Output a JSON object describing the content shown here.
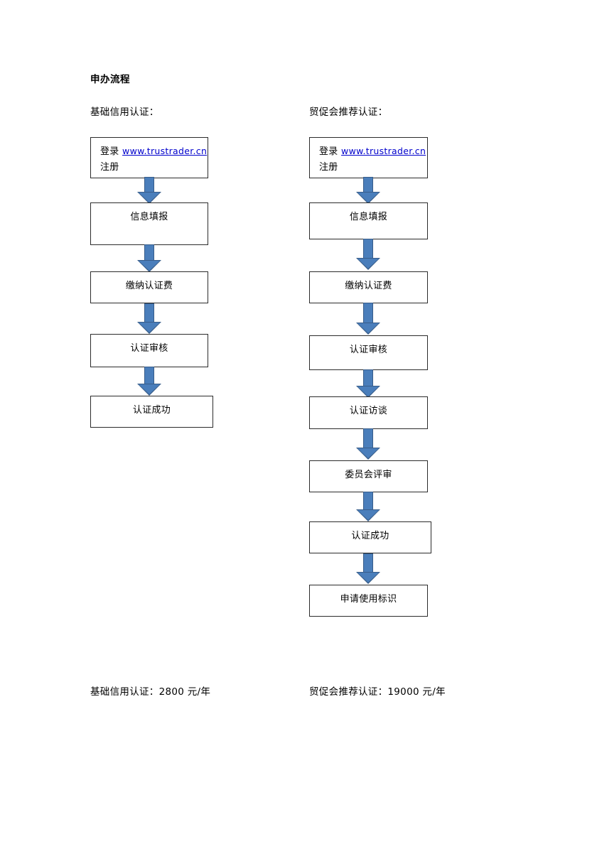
{
  "document": {
    "title": "申办流程"
  },
  "columns": {
    "left": {
      "label": "基础信用认证：",
      "price": "基础信用认证：2800 元/年",
      "nodes": [
        {
          "prefix": "登录 ",
          "link": "www.trustrader.cn",
          "line2": "注册"
        },
        {
          "label": "信息填报"
        },
        {
          "label": "缴纳认证费"
        },
        {
          "label": "认证审核"
        },
        {
          "label": "认证成功"
        }
      ]
    },
    "right": {
      "label": "贸促会推荐认证：",
      "price": "贸促会推荐认证：19000 元/年",
      "nodes": [
        {
          "prefix": "登录 ",
          "link": "www.trustrader.cn",
          "line2": "注册"
        },
        {
          "label": "信息填报"
        },
        {
          "label": "缴纳认证费"
        },
        {
          "label": "认证审核"
        },
        {
          "label": "认证访谈"
        },
        {
          "label": "委员会评审"
        },
        {
          "label": "认证成功"
        },
        {
          "label": "申请使用标识"
        }
      ]
    }
  },
  "style": {
    "arrow_fill": "#4a7ebb",
    "arrow_border": "#385d8a",
    "box_border": "#2b2b2b",
    "link_color": "#0000cc",
    "page_background": "#ffffff"
  }
}
